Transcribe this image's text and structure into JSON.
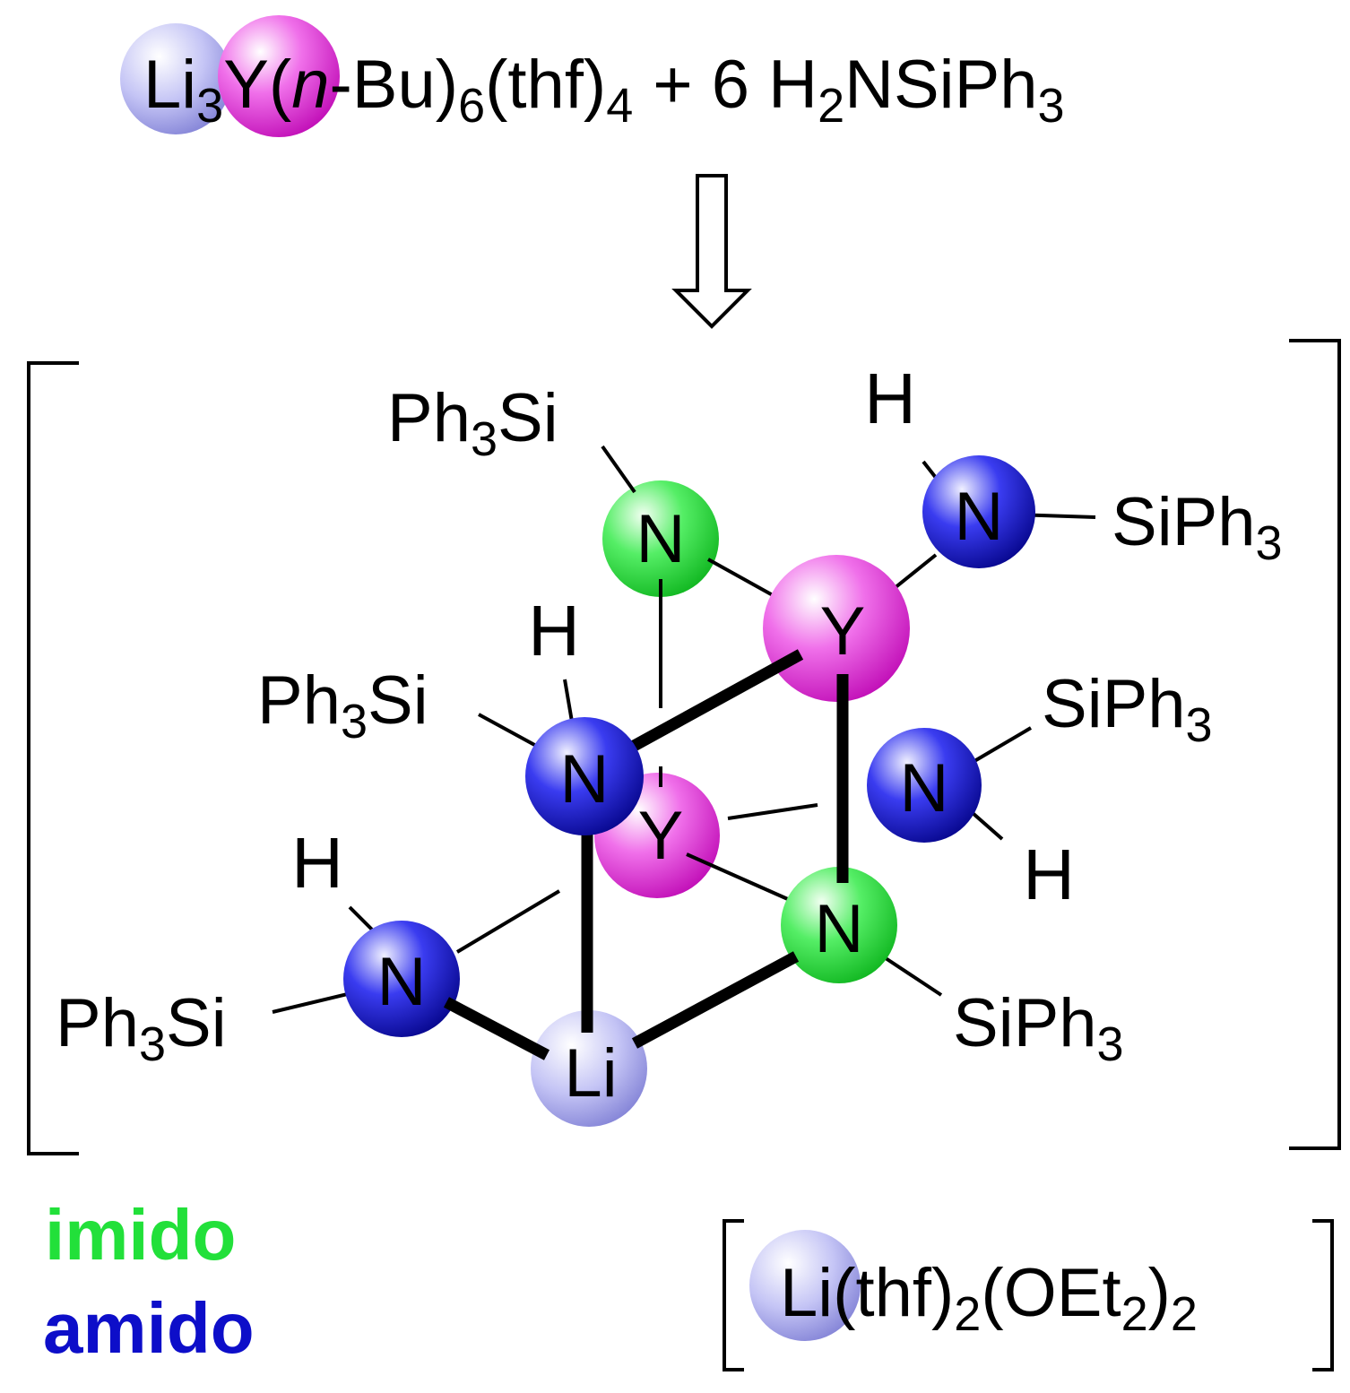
{
  "equation": {
    "reactant1": {
      "li": "Li",
      "li_sub": "3",
      "y": "Y",
      "open_paren": "(",
      "n": "n",
      "rest": "-Bu)",
      "sub6": "6",
      "thf": "(thf)",
      "sub4": "4"
    },
    "plus": "+ 6 H",
    "sub2": "2",
    "amine": "NSiPh",
    "sub3": "3"
  },
  "structure": {
    "atoms": {
      "N": "N",
      "Y": "Y",
      "Li": "Li",
      "H": "H"
    },
    "substituents": {
      "ph3si_prefix": "Ph",
      "ph3si_sub": "3",
      "ph3si_suffix": "Si",
      "siph3_prefix": "SiPh",
      "siph3_sub": "3"
    }
  },
  "legend": {
    "imido": {
      "label": "imido",
      "color": "#22e03a"
    },
    "amido": {
      "label": "amido",
      "color": "#0d0ec9"
    }
  },
  "counter_ion": {
    "li": "Li",
    "thf": "(thf)",
    "sub_a": "2",
    "oet": "(OEt",
    "sub_b": "2",
    "close": ")",
    "sub_c": "2"
  },
  "colors": {
    "imido_N": "#22e03a",
    "amido_N": "#0d0ec9",
    "yttrium": "#e21ad6",
    "lithium": "#a9a9f0"
  }
}
